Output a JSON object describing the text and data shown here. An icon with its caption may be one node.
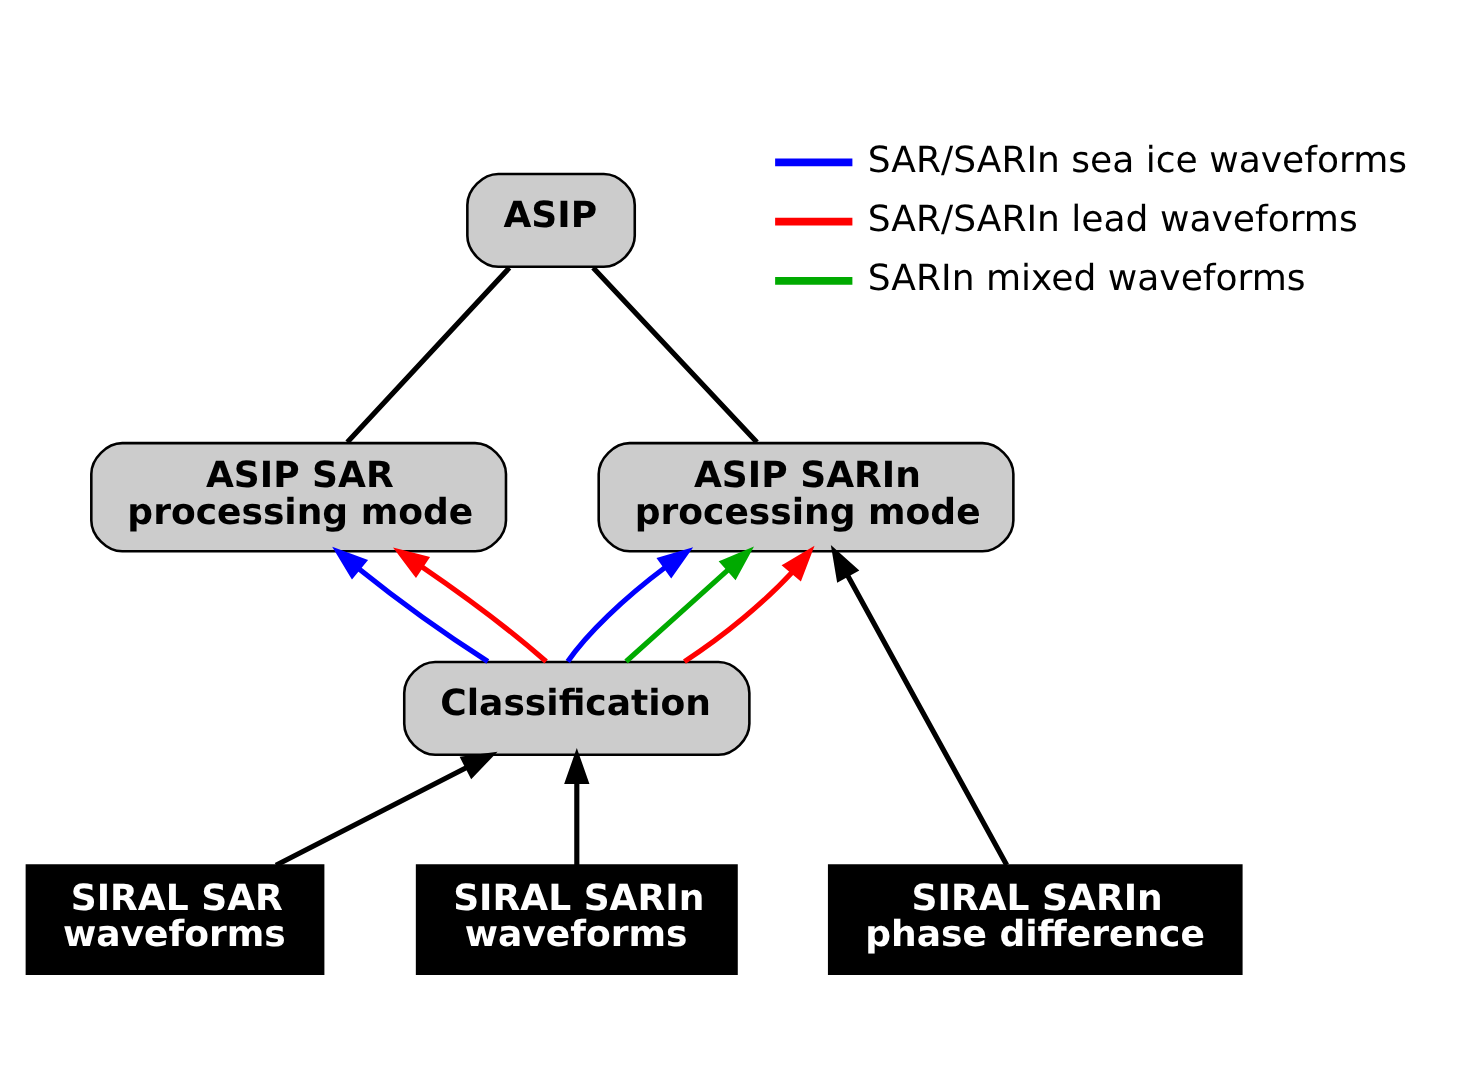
{
  "diagram": {
    "nodes": [
      {
        "text": [
          "ASIP"
        ]
      },
      {
        "text": [
          "ASIP SAR processing mode"
        ]
      },
      {
        "text": [
          "ASIP SARIn processing mode"
        ]
      },
      {
        "text": [
          "Classification"
        ]
      },
      {
        "text": [
          "SIRAL SAR waveforms"
        ]
      },
      {
        "text": [
          "SIRAL SARIn waveforms"
        ]
      },
      {
        "text": [
          "SIRAL SARIn phase difference"
        ]
      }
    ],
    "edges": [
      {
        "from": 0,
        "to": 1,
        "arrow": "none"
      },
      {
        "from": 0,
        "to": 2,
        "arrow": "none"
      },
      {
        "from": 3,
        "to": 1,
        "arrow": "to",
        "color": "#0000ff"
      },
      {
        "from": 3,
        "to": 1,
        "arrow": "to",
        "color": "#ff0000"
      },
      {
        "from": 3,
        "to": 2,
        "arrow": "to",
        "color": "#0000ff"
      },
      {
        "from": 3,
        "to": 2,
        "arrow": "to",
        "color": "#00aa00"
      },
      {
        "from": 3,
        "to": 2,
        "arrow": "to",
        "color": "#ff0000"
      },
      {
        "from": 4,
        "to": 3,
        "arrow": "to"
      },
      {
        "from": 5,
        "to": 3,
        "arrow": "to"
      },
      {
        "from": 6,
        "to": 2,
        "arrow": "to"
      }
    ],
    "legend": [
      {
        "text": "SAR/SARIn sea ice waveforms",
        "color": "#0000ff"
      },
      {
        "text": "SAR/SARIn lead waveforms",
        "color": "#ff0000"
      },
      {
        "text": "SARIn mixed waveforms",
        "color": "#00aa00"
      }
    ]
  }
}
